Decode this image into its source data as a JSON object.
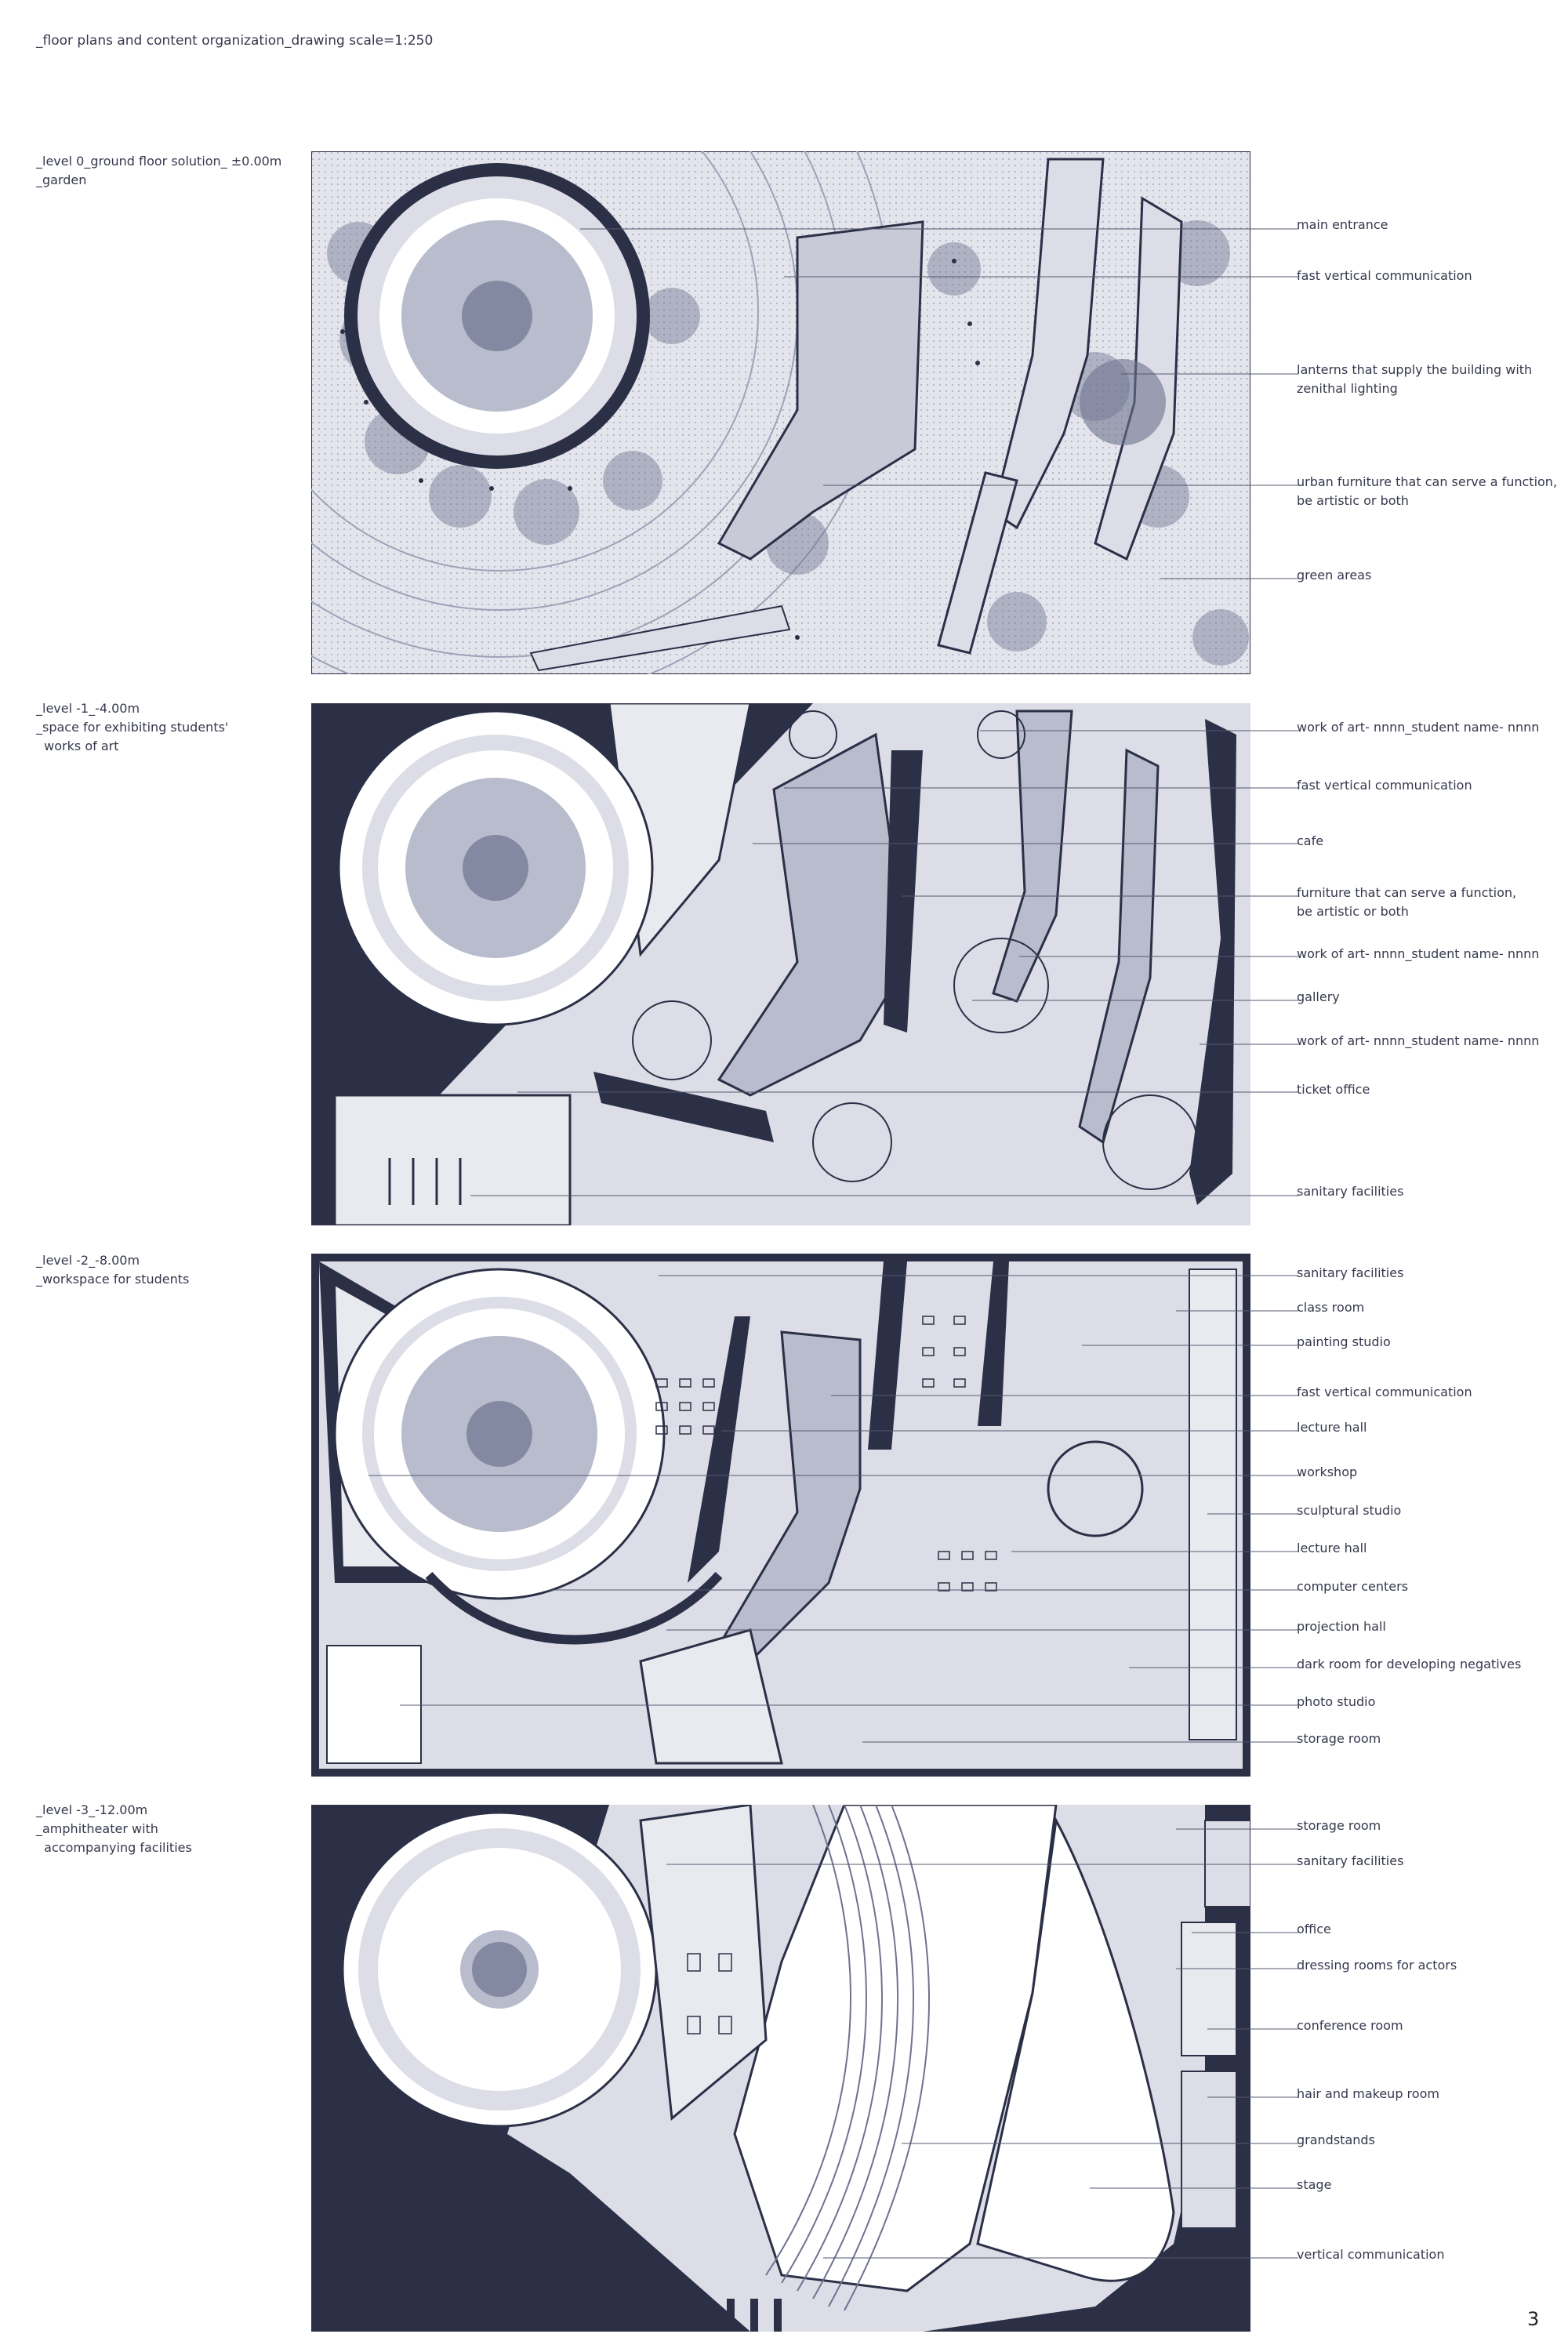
{
  "sheet": {
    "title": "_floor plans and content organization_drawing scale=1:250",
    "page_number": "3"
  },
  "colors": {
    "navy": "#2c3047",
    "floor": "#dcdde6",
    "floor_light": "#e9eaf0",
    "floor_mid": "#b9bccd",
    "tree": "#6e7390",
    "hatch": "#9ea2b8"
  },
  "levels": [
    {
      "id": "level-0",
      "label_lines": [
        "_level 0_ground floor solution_ ±0.00m",
        "_garden"
      ],
      "legend": [
        "main entrance",
        "fast vertical communication",
        "lanterns that supply the building with\nzenithal lighting",
        "urban furniture that can serve a function,\nbe artistic or both",
        "green areas"
      ]
    },
    {
      "id": "level-1",
      "label_lines": [
        "_level -1_-4.00m",
        "_space for exhibiting students'",
        "  works of art"
      ],
      "legend": [
        "work of art- nnnn_student name- nnnn",
        "fast vertical communication",
        "cafe",
        "furniture that can serve a function,\nbe artistic or both",
        "work of art- nnnn_student name- nnnn",
        "gallery",
        "work of art- nnnn_student name- nnnn",
        "ticket office",
        "sanitary facilities"
      ]
    },
    {
      "id": "level-2",
      "label_lines": [
        "_level -2_-8.00m",
        "_workspace for students"
      ],
      "legend": [
        "sanitary facilities",
        "class room",
        "painting studio",
        "fast vertical communication",
        "lecture hall",
        "workshop",
        "sculptural studio",
        "lecture hall",
        "computer centers",
        "projection hall",
        "dark room for developing negatives",
        "photo studio",
        "storage room"
      ]
    },
    {
      "id": "level-3",
      "label_lines": [
        "_level -3_-12.00m",
        "_amphitheater with",
        "  accompanying facilities"
      ],
      "legend": [
        "storage room",
        "sanitary facilities",
        "office",
        "dressing rooms for actors",
        "conference room",
        "hair and makeup room",
        "grandstands",
        "stage",
        "vertical communication"
      ]
    }
  ]
}
